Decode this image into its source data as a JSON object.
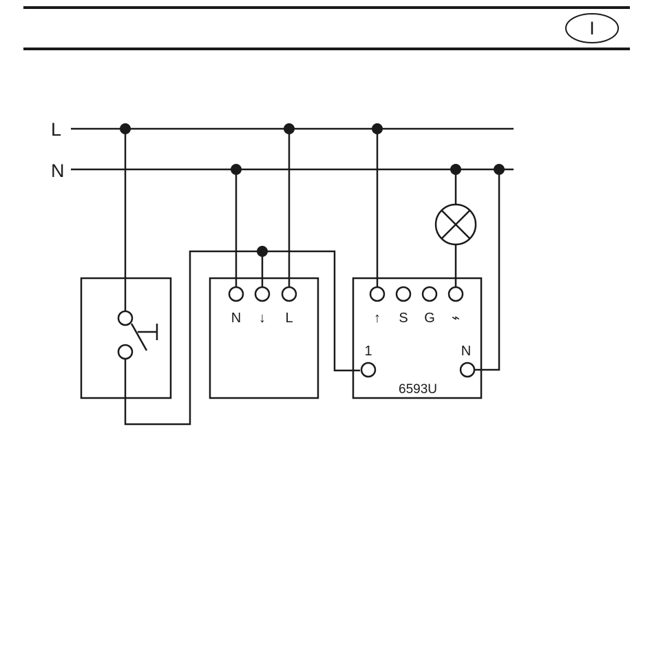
{
  "header": {
    "badge": "I"
  },
  "diagram": {
    "rails": {
      "line_label": "L",
      "neutral_label": "N"
    },
    "dimmer_module": {
      "terminals": [
        "N",
        "↓",
        "L"
      ]
    },
    "actuator_6593U": {
      "top_terminals": [
        "↑",
        "S",
        "G",
        "⌁"
      ],
      "bottom_left_terminal": "1",
      "bottom_right_terminal": "N",
      "model": "6593U"
    }
  },
  "colors": {
    "ink": "#1a1a1a",
    "background": "#ffffff"
  }
}
